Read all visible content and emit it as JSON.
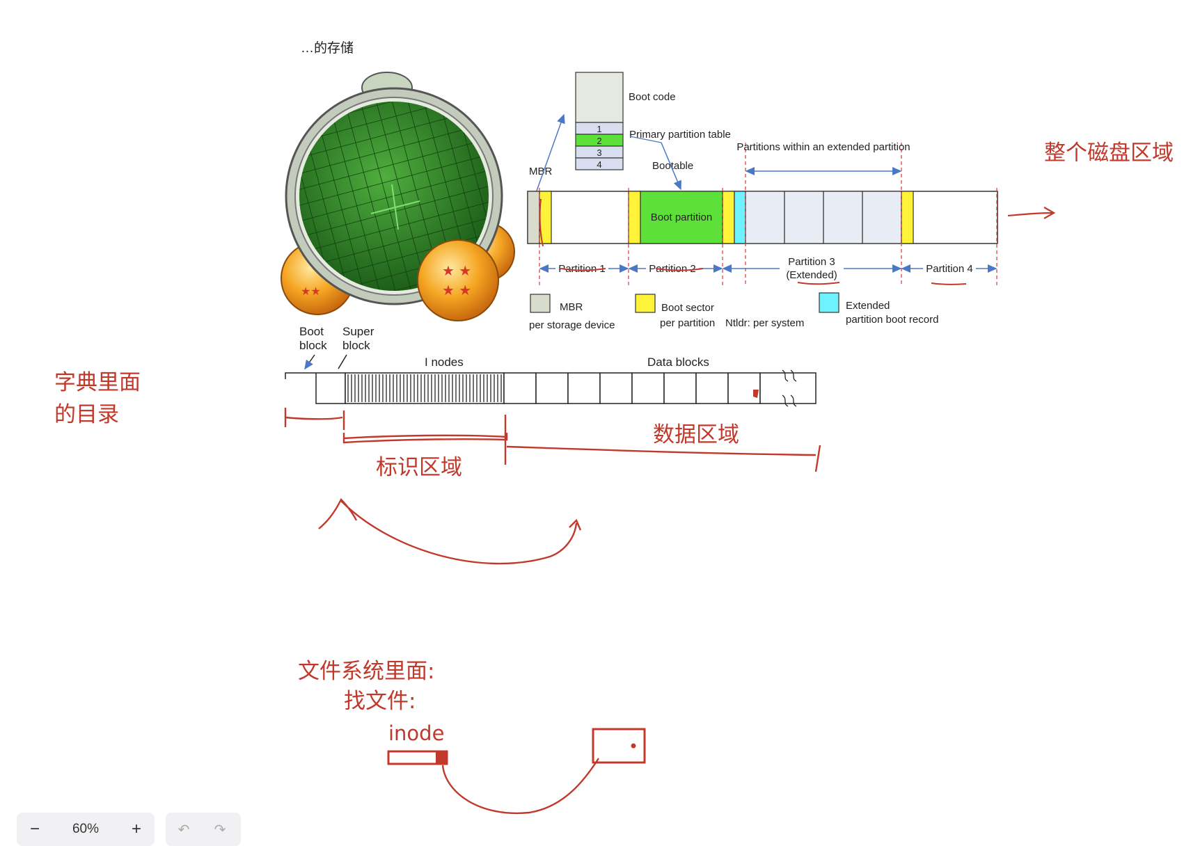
{
  "header_fragment": "…的存储",
  "mbr_detail": {
    "boot_code": "Boot code",
    "table_rows": [
      "1",
      "2",
      "3",
      "4"
    ],
    "primary_partition_table": "Primary partition table",
    "bootable": "Bootable",
    "mbr": "MBR"
  },
  "disk_layout": {
    "boot_partition": "Boot partition",
    "extended_label": "Partitions within an extended partition",
    "partitions": [
      "Partition 1",
      "Partition 2",
      "Partition 3",
      "(Extended)",
      "Partition 4"
    ]
  },
  "legend": {
    "mbr": "MBR",
    "mbr_sub": "per storage device",
    "boot_sector": "Boot sector",
    "boot_sector_sub": "per partition",
    "ntldr": "Ntldr: per system",
    "extended": "Extended",
    "extended_sub": "partition boot record"
  },
  "fs_layout": {
    "boot_block": [
      "Boot",
      "block"
    ],
    "super_block": [
      "Super",
      "block"
    ],
    "inodes": "I nodes",
    "data_blocks": "Data blocks"
  },
  "annotations": {
    "whole_disk": "整个磁盘区域",
    "dictionary": [
      "字典里面",
      "的目录"
    ],
    "data_area": "数据区域",
    "id_area": "标识区域",
    "fs_inside": [
      "文件系统里面:",
      "找文件:"
    ],
    "inode": "inode"
  },
  "colors": {
    "annotation": "#c0392b",
    "mbr": "#d8dccc",
    "boot_sector": "#fff33a",
    "boot_partition": "#5ee03a",
    "extended": "#6ef2ff",
    "ext_partition": "#e8ecf4",
    "arrow": "#4a78c6"
  },
  "toolbar": {
    "zoom_out": "−",
    "zoom_level": "60%",
    "zoom_in": "+",
    "undo": "↶",
    "redo": "↷"
  }
}
